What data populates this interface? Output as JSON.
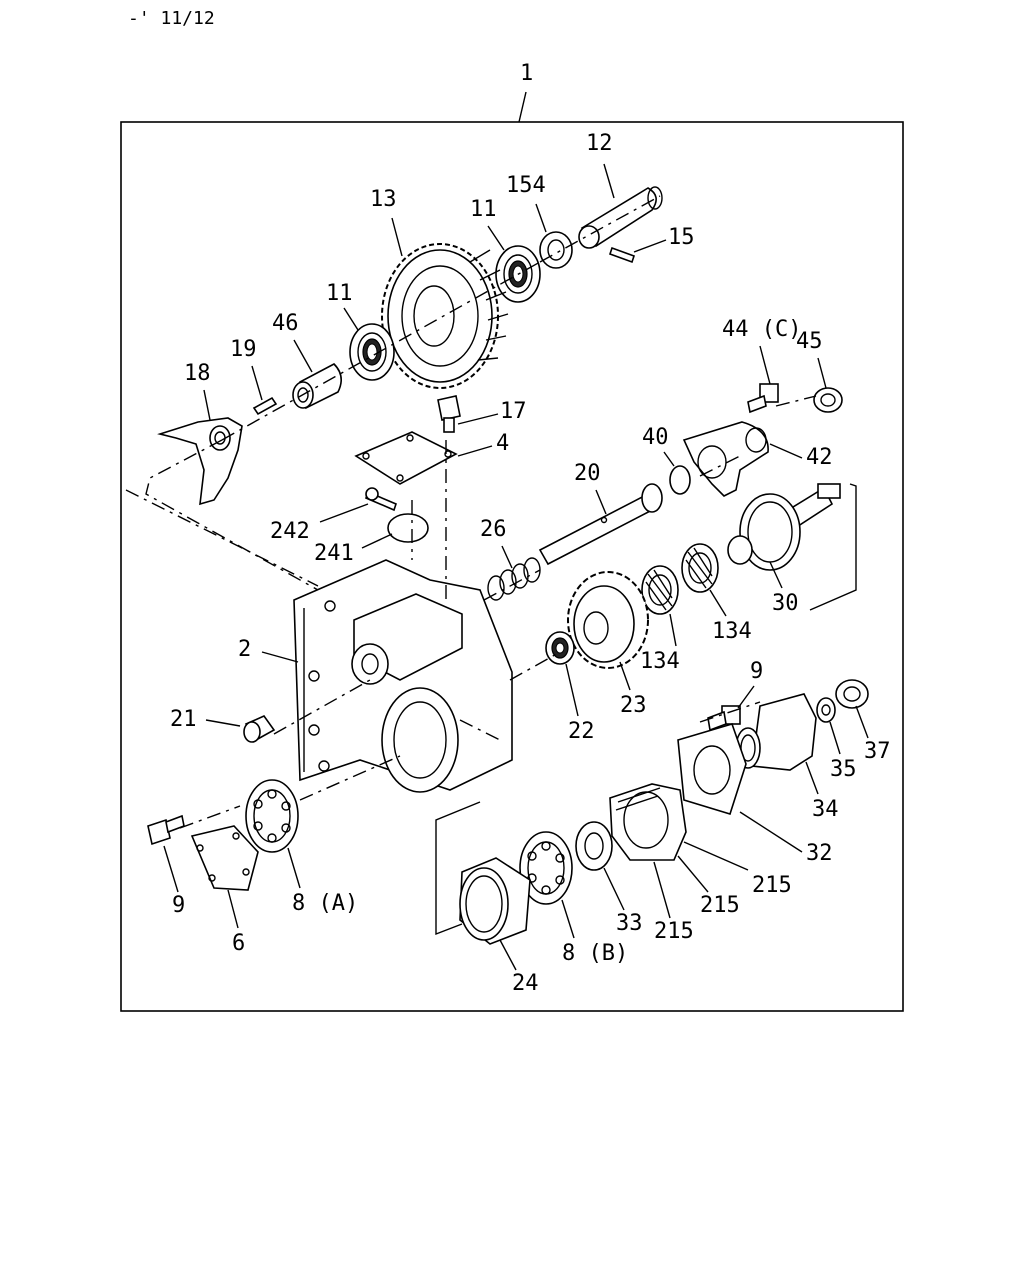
{
  "page": {
    "ref": "-' 11/12"
  },
  "assembly": {
    "number": "1"
  },
  "labels": {
    "l12": "12",
    "l154": "154",
    "l13": "13",
    "l11a": "11",
    "l15": "15",
    "l11b": "11",
    "l46": "46",
    "l19": "19",
    "l18": "18",
    "l44": "44 (C)",
    "l45": "45",
    "l17": "17",
    "l4": "4",
    "l40": "40",
    "l42": "42",
    "l20": "20",
    "l242": "242",
    "l241": "241",
    "l26": "26",
    "l30": "30",
    "l134a": "134",
    "l134b": "134",
    "l2": "2",
    "l23": "23",
    "l22": "22",
    "l9a": "9",
    "l21": "21",
    "l37": "37",
    "l35": "35",
    "l34": "34",
    "l32": "32",
    "l215a": "215",
    "l215b": "215",
    "l215c": "215",
    "l9b": "9",
    "l8a": "8 (A)",
    "l6": "6",
    "l33": "33",
    "l8b": "8 (B)",
    "l24": "24"
  }
}
